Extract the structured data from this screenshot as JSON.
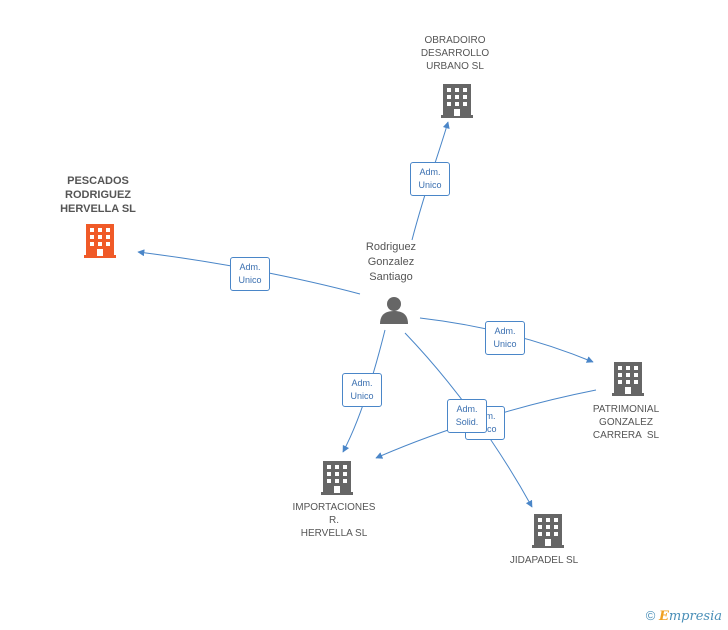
{
  "nodes": {
    "person": {
      "lines": [
        "Rodriguez",
        "Gonzalez",
        "Santiago"
      ],
      "icon": "person-icon",
      "color": "#666666"
    },
    "pescados": {
      "lines": [
        "PESCADOS",
        "RODRIGUEZ",
        "HERVELLA SL"
      ],
      "icon": "building-icon",
      "color": "#f05a28"
    },
    "obradoiro": {
      "lines": [
        "OBRADOIRO",
        "DESARROLLO",
        "URBANO SL"
      ],
      "icon": "building-icon",
      "color": "#666666"
    },
    "patrimonial": {
      "lines": [
        "PATRIMONIAL",
        "GONZALEZ",
        "CARRERA  SL"
      ],
      "icon": "building-icon",
      "color": "#666666"
    },
    "importaciones": {
      "lines": [
        "IMPORTACIONES",
        "R.",
        "HERVELLA SL"
      ],
      "icon": "building-icon",
      "color": "#666666"
    },
    "jidapadel": {
      "lines": [
        "JIDAPADEL SL"
      ],
      "icon": "building-icon",
      "color": "#666666"
    }
  },
  "edges": {
    "obradoiro": {
      "lines": [
        "Adm.",
        "Unico"
      ]
    },
    "pescados": {
      "lines": [
        "Adm.",
        "Unico"
      ]
    },
    "patrimonial": {
      "lines": [
        "Adm.",
        "Unico"
      ]
    },
    "importaciones": {
      "lines": [
        "Adm.",
        "Unico"
      ]
    },
    "jidapadel": {
      "lines": [
        "Adm.",
        "Unico"
      ]
    },
    "patrimonial_importaciones": {
      "lines": [
        "Adm.",
        "Solid."
      ]
    }
  },
  "colors": {
    "edge": "#4a86c8"
  },
  "footer": {
    "copyright_symbol": "©",
    "brand_initial": "E",
    "brand_rest": "mpresia"
  }
}
